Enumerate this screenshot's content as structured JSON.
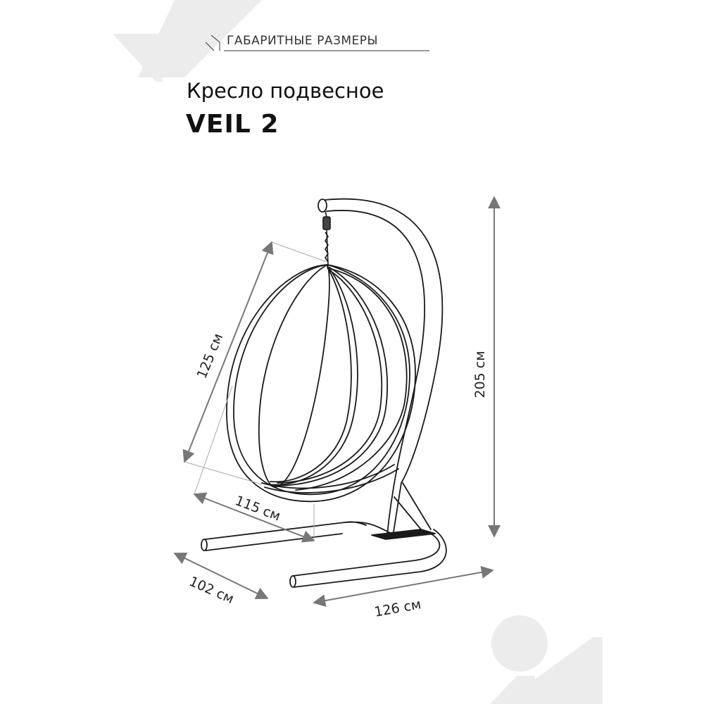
{
  "header": {
    "section_label": "ГАБАРИТНЫЕ РАЗМЕРЫ"
  },
  "product": {
    "type": "Кресло подвесное",
    "name": "VEIL 2"
  },
  "dimensions": {
    "height": "205 см",
    "seat_height": "125 см",
    "seat_width": "115 см",
    "base_depth": "102 см",
    "base_width": "126 см"
  },
  "colors": {
    "line": "#1a1a1a",
    "dimension_arrow": "#777777",
    "decor_shape": "#ececec"
  }
}
